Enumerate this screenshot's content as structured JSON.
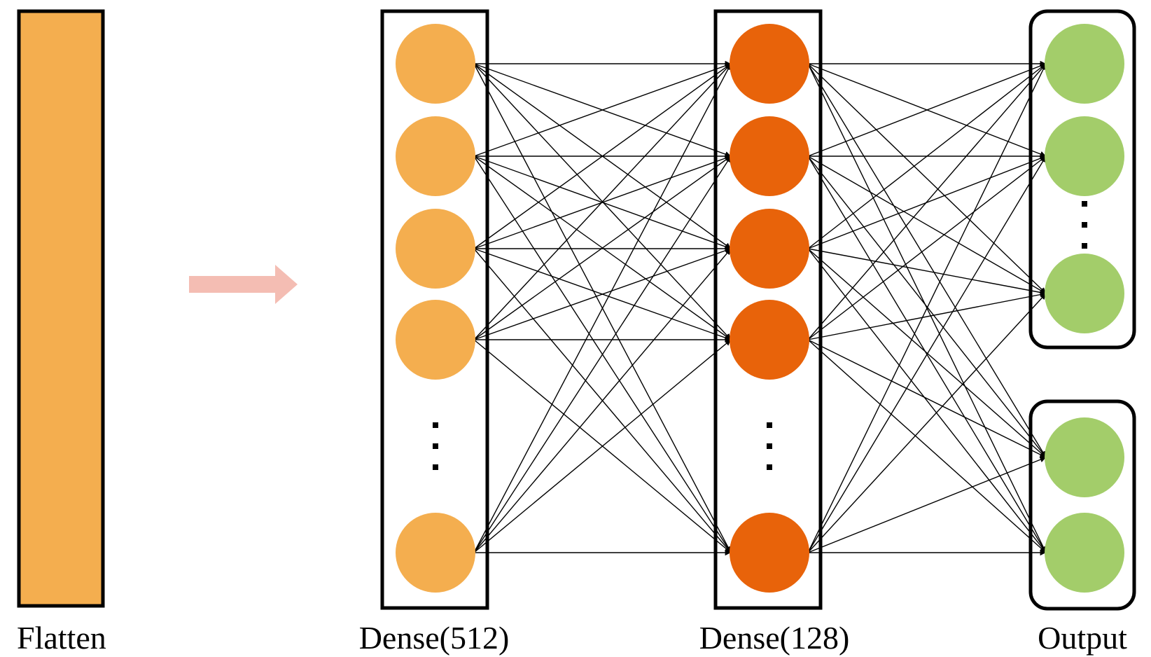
{
  "labels": {
    "flatten": "Flatten",
    "dense512": "Dense(512)",
    "dense128": "Dense(128)",
    "output": "Output"
  },
  "colors": {
    "flatten_fill": "#F4AE4F",
    "dense512_node": "#F4AE4F",
    "dense128_node": "#E8630A",
    "output_node": "#A3CD6A",
    "arrow": "#F4BDB3",
    "stroke": "#000000"
  },
  "layers": {
    "dense512": {
      "visible_nodes": 5,
      "has_ellipsis": true
    },
    "dense128": {
      "visible_nodes": 5,
      "has_ellipsis": true
    },
    "output_group_1": {
      "visible_nodes": 3,
      "has_ellipsis": true
    },
    "output_group_2": {
      "visible_nodes": 2,
      "has_ellipsis": false
    }
  }
}
